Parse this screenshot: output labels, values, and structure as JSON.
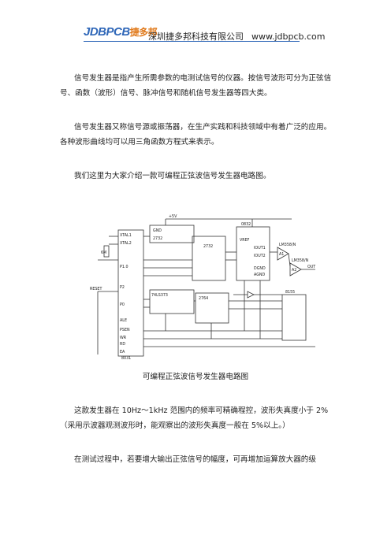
{
  "header": {
    "logo_main": "JDBPCB",
    "logo_cn": "捷多邦",
    "company": "深圳捷多邦科技有限公司",
    "url": "www.jdbpcb.com"
  },
  "paragraphs": [
    "信号发生器是指产生所需参数的电测试信号的仪器。按信号波形可分为正弦信号、函数（波形）信号、脉冲信号和随机信号发生器等四大类。",
    "信号发生器又称信号源或振荡器，在生产实践和科技领域中有着广泛的应用。各种波形曲线均可以用三角函数方程式来表示。",
    "我们这里为大家介绍一款可编程正弦波信号发生器电路图。",
    "这款发生器在 10Hz～1kHz 范围内的频率可精确程控，波形失真度小于 2%（采用示波器观测波形时，能观察出的波形失真度一般在 5%以上。）",
    "在测试过程中，若要增大输出正弦信号的幅度，可再增加运算放大器的级"
  ],
  "figure": {
    "caption": "可编程正弦波信号发生器电路图",
    "labels": {
      "vcc_top": "+5V",
      "u1": "8031",
      "u2": "2732",
      "u3": "0832",
      "u4": "74LS373",
      "u5": "2764",
      "u6": "8155",
      "amp1": "A1",
      "amp2": "A2",
      "opamp1": "LM358/N",
      "opamp2": "LM358/N",
      "xtal1": "XTAL1",
      "xtal2": "XTAL2",
      "crystal": "6M",
      "ale": "ALE",
      "psen": "PSEN",
      "wr": "WR",
      "rd": "RD",
      "ea": "EA",
      "reset": "RESET",
      "out": "OUT",
      "p1": "P1.0",
      "p2": "P2",
      "p0": "P0",
      "gnd": "GND",
      "iout1": "IOUT1",
      "iout2": "IOUT2",
      "vref": "VREF",
      "dgnd": "DGND",
      "agnd": "AGND"
    }
  }
}
